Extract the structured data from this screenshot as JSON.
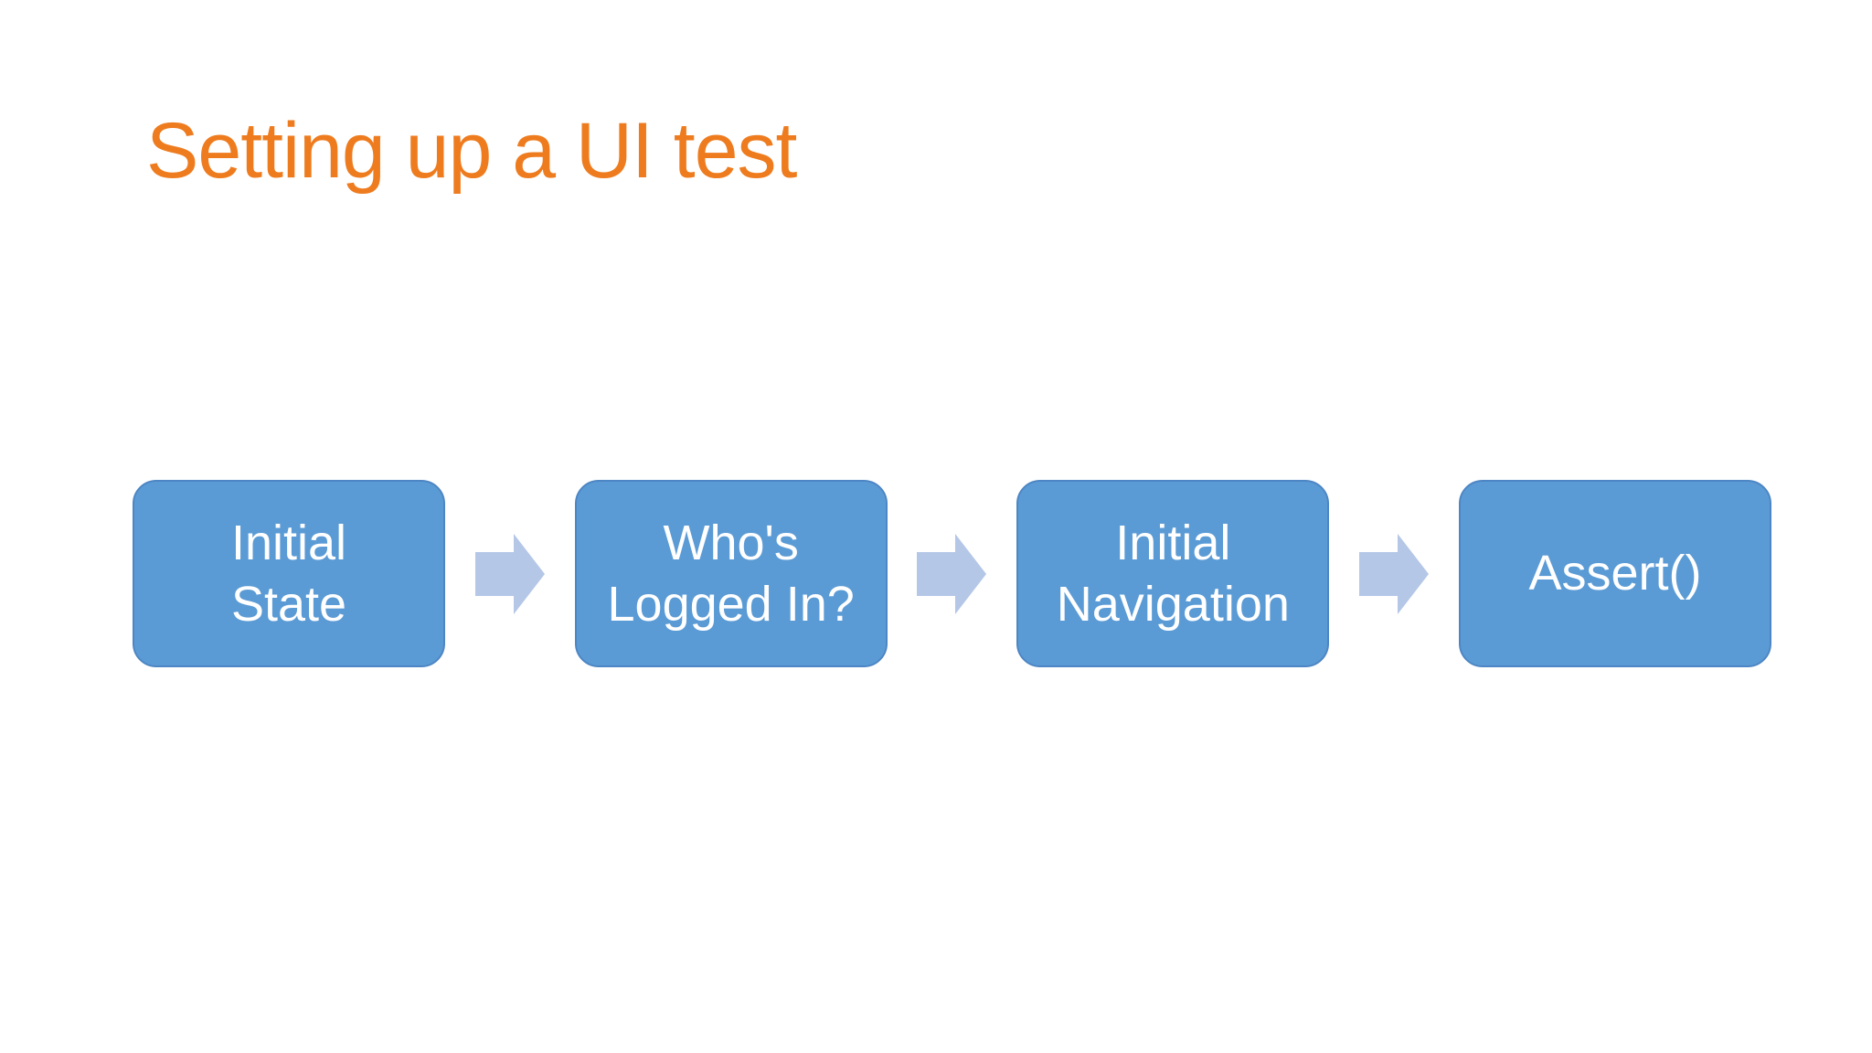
{
  "theme": {
    "background": "#ffffff",
    "title_color": "#ee7c1f",
    "box_fill": "#5b9bd5",
    "box_border": "#4d86c4",
    "box_text_color": "#ffffff",
    "arrow_fill": "#b4c7e7"
  },
  "slide": {
    "title": "Setting up a UI test"
  },
  "diagram": {
    "type": "horizontal-process-flow",
    "steps": [
      {
        "label": "Initial State",
        "lines": [
          "Initial",
          "State"
        ]
      },
      {
        "label": "Who's Logged In?",
        "lines": [
          "Who's",
          "Logged In?"
        ]
      },
      {
        "label": "Initial Navigation",
        "lines": [
          "Initial",
          "Navigation"
        ]
      },
      {
        "label": "Assert()",
        "lines": [
          "Assert()"
        ]
      }
    ],
    "arrow_count": 3,
    "arrow_direction": "right"
  }
}
